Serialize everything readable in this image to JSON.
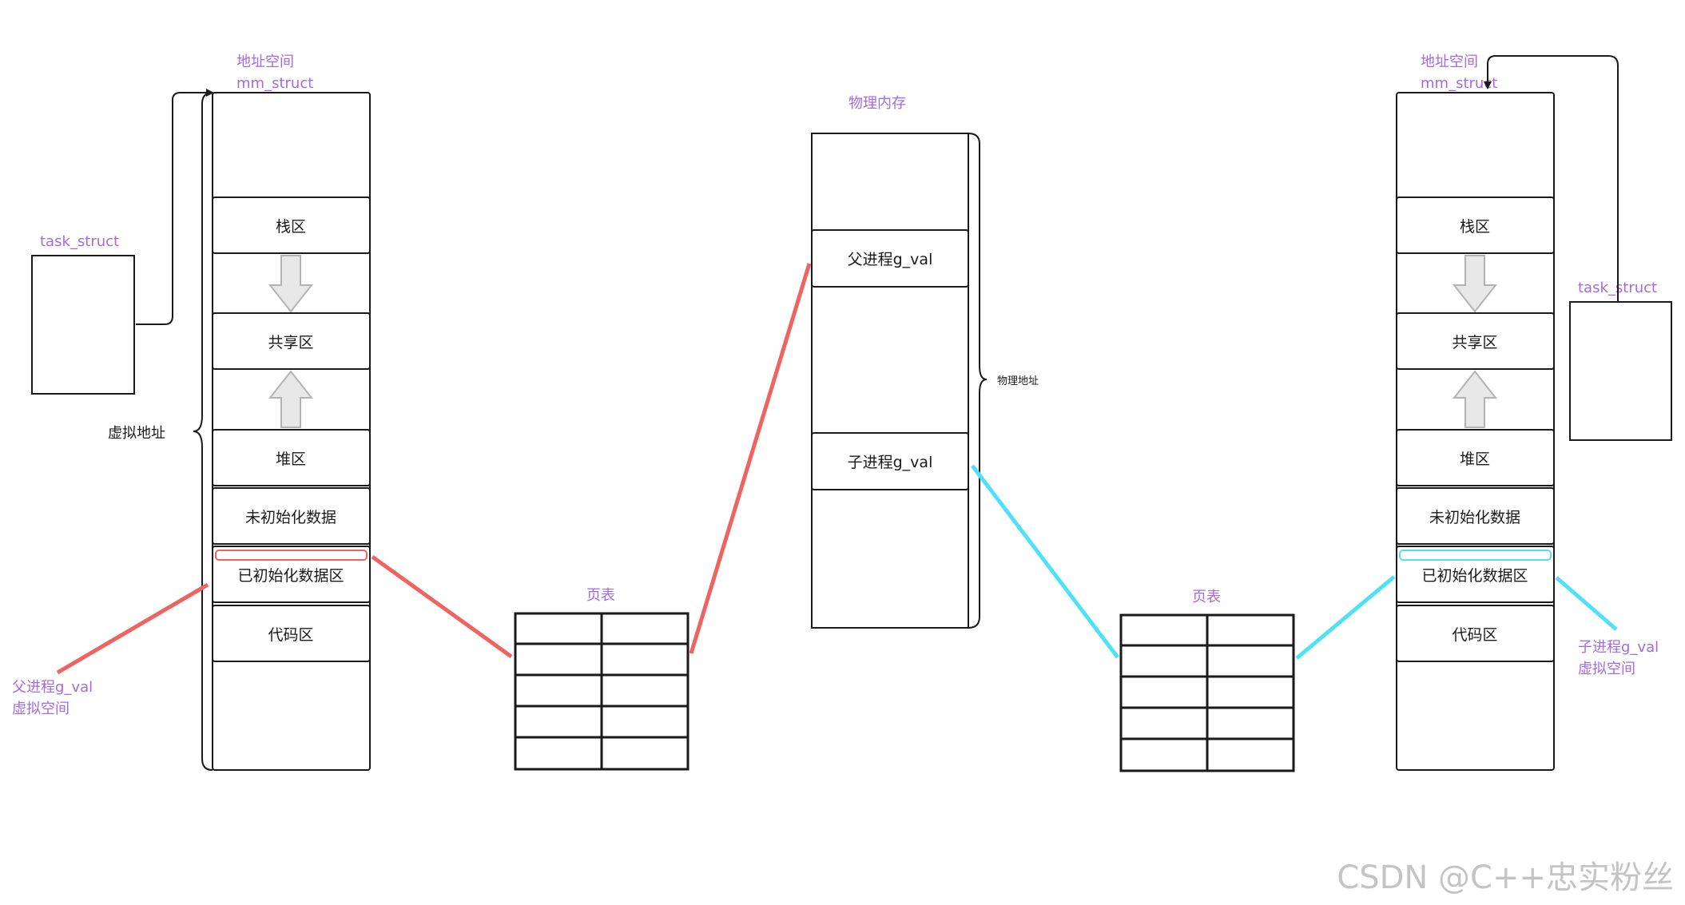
{
  "left_process": {
    "address_space_label": "地址空间",
    "mm_struct_label": "mm_struct",
    "task_struct_label": "task_struct",
    "virtual_address_label": "虚拟地址",
    "segments": {
      "stack": "栈区",
      "shared": "共享区",
      "heap": "堆区",
      "bss": "未初始化数据",
      "data": "已初始化数据区",
      "code": "代码区"
    },
    "pointer_label_line1": "父进程g_val",
    "pointer_label_line2": "虚拟空间"
  },
  "physical_memory": {
    "title": "物理内存",
    "parent_cell": "父进程g_val",
    "child_cell": "子进程g_val",
    "address_label": "物理地址"
  },
  "page_tables": {
    "left_label": "页表",
    "right_label": "页表"
  },
  "right_process": {
    "address_space_label": "地址空间",
    "mm_struct_label": "mm_struct",
    "task_struct_label": "task_struct",
    "segments": {
      "stack": "栈区",
      "shared": "共享区",
      "heap": "堆区",
      "bss": "未初始化数据",
      "data": "已初始化数据区",
      "code": "代码区"
    },
    "pointer_label_line1": "子进程g_val",
    "pointer_label_line2": "虚拟空间"
  },
  "colors": {
    "parent_mapping": "#ef6360",
    "child_mapping": "#4fe2f6",
    "label_purple": "#a46be0"
  },
  "watermark": "CSDN @C++忠实粉丝"
}
